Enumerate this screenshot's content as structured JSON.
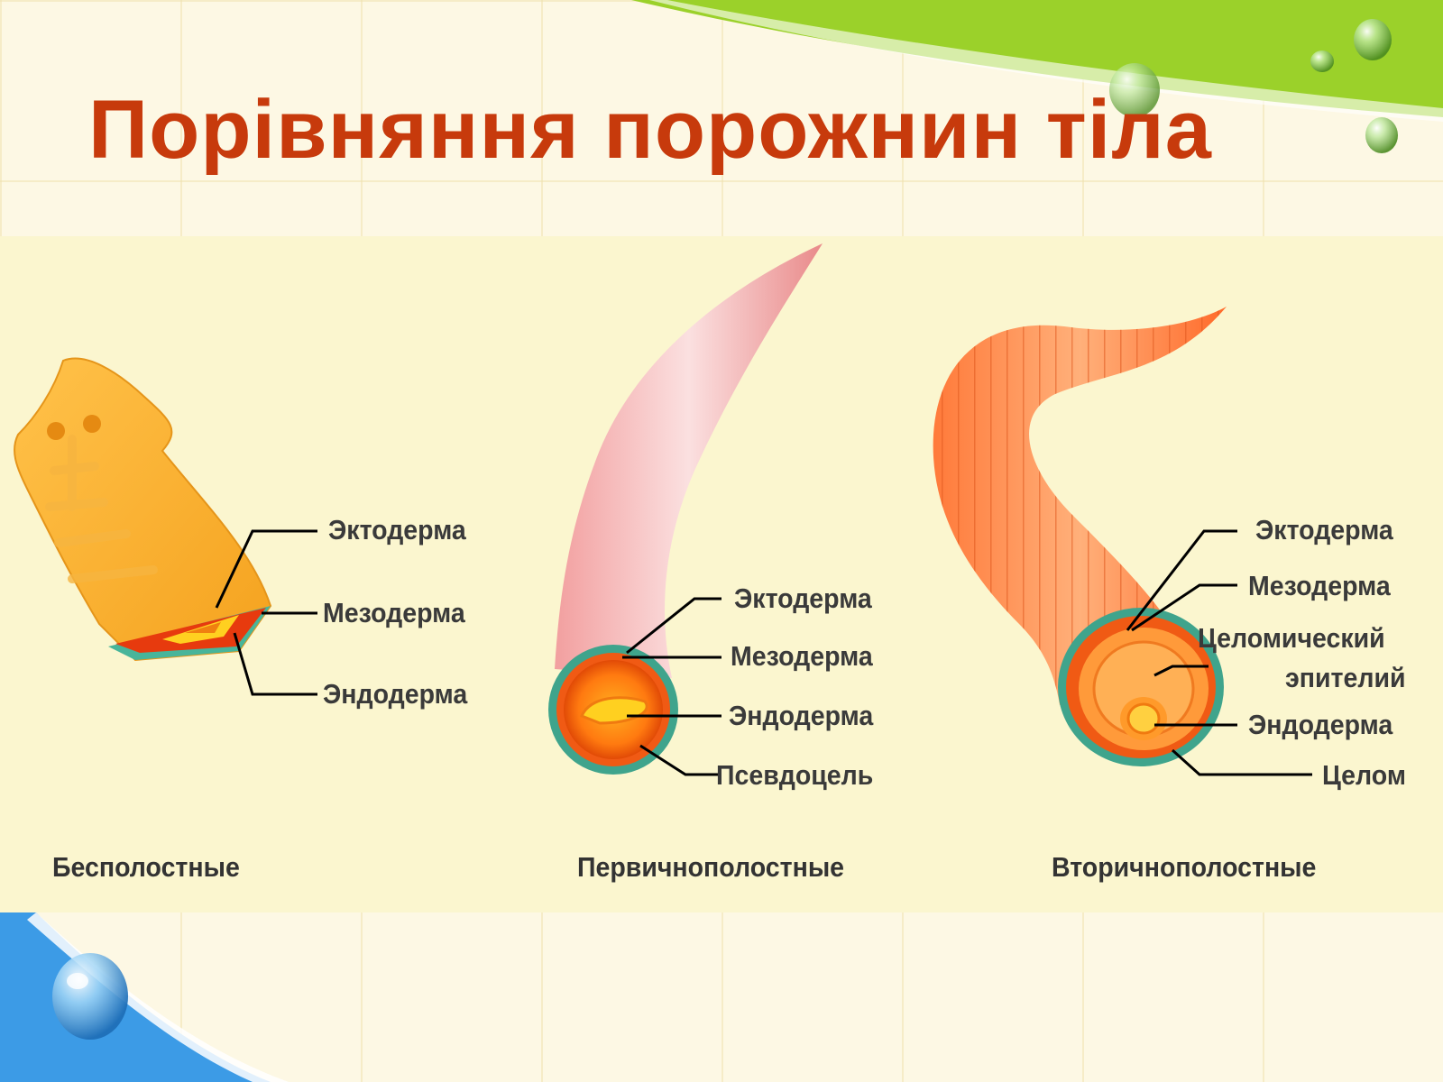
{
  "slide": {
    "title": "Порівняння порожнин тіла",
    "colors": {
      "title": "#c73a0c",
      "panel": "#fbf6cf",
      "accent_green": "#9bd12a",
      "accent_blue": "#3c9be6"
    },
    "icons": [
      "water-drop-icon"
    ]
  },
  "diagram": {
    "acoelomate": {
      "caption": "Бесполостные",
      "labels": {
        "ectoderm": "Эктодерма",
        "mesoderm": "Мезодерма",
        "endoderm": "Эндодерма"
      }
    },
    "pseudocoelomate": {
      "caption": "Первичнополостные",
      "labels": {
        "ectoderm": "Эктодерма",
        "mesoderm": "Мезодерма",
        "endoderm": "Эндодерма",
        "pseudocoel": "Псевдоцель"
      }
    },
    "coelomate": {
      "caption": "Вторичнополостные",
      "labels": {
        "ectoderm": "Эктодерма",
        "mesoderm": "Мезодерма",
        "epithelium_1": "Целомический",
        "epithelium_2": "эпителий",
        "endoderm": "Эндодерма",
        "coelom": "Целом"
      }
    }
  }
}
